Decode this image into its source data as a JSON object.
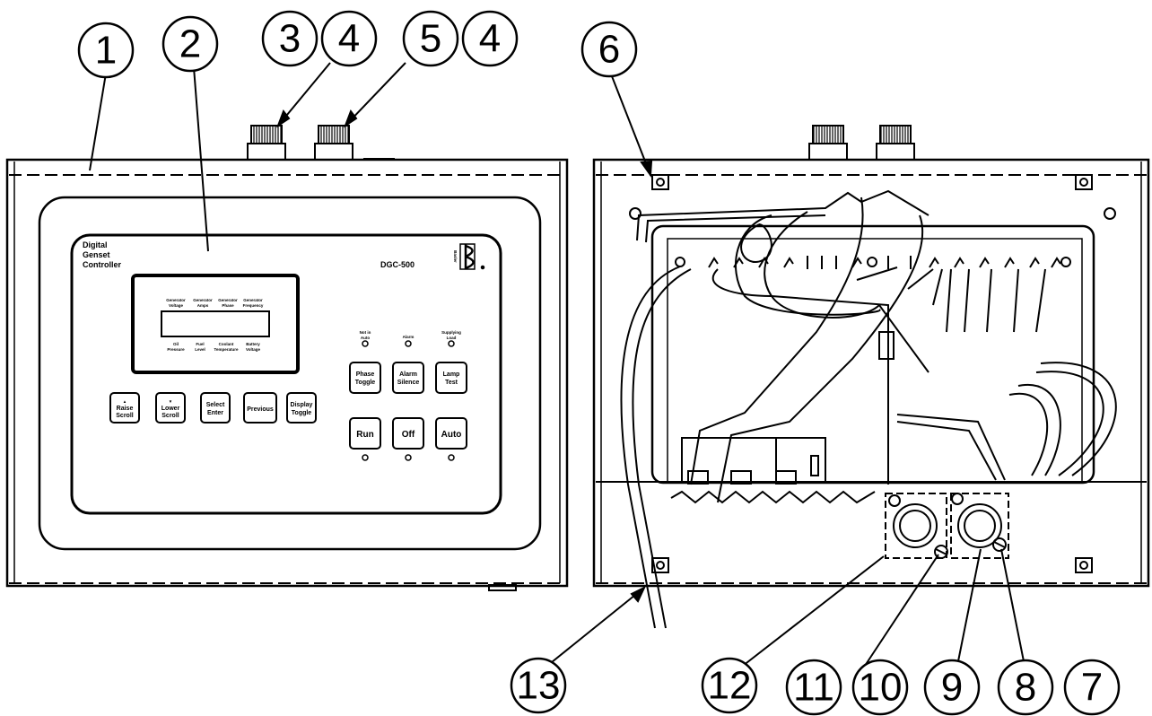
{
  "callouts": [
    {
      "id": "1",
      "label": "1"
    },
    {
      "id": "2",
      "label": "2"
    },
    {
      "id": "3",
      "label": "3"
    },
    {
      "id": "4a",
      "label": "4"
    },
    {
      "id": "5",
      "label": "5"
    },
    {
      "id": "4b",
      "label": "4"
    },
    {
      "id": "6",
      "label": "6"
    },
    {
      "id": "7",
      "label": "7"
    },
    {
      "id": "8",
      "label": "8"
    },
    {
      "id": "9",
      "label": "9"
    },
    {
      "id": "10",
      "label": "10"
    },
    {
      "id": "11",
      "label": "11"
    },
    {
      "id": "12",
      "label": "12"
    },
    {
      "id": "13",
      "label": "13"
    }
  ],
  "front_panel": {
    "title_lines": [
      "Digital",
      "Genset",
      "Controller"
    ],
    "model": "DGC-500",
    "brand_vertical": "Basler",
    "lcd_top_labels": [
      [
        "Generator",
        "Voltage"
      ],
      [
        "Generator",
        "Amps"
      ],
      [
        "Generator",
        "Phase"
      ],
      [
        "Generator",
        "Frequency"
      ]
    ],
    "lcd_bottom_labels": [
      [
        "Oil",
        "Pressure"
      ],
      [
        "Fuel",
        "Level"
      ],
      [
        "Coolant",
        "Temperature"
      ],
      [
        "Battery",
        "Voltage"
      ]
    ],
    "indicators": [
      [
        "Not in",
        "Auto"
      ],
      [
        "Alarm"
      ],
      [
        "Supplying",
        "Load"
      ]
    ],
    "nav_keys": [
      {
        "arrow": "▲",
        "line1": "Raise",
        "line2": "Scroll"
      },
      {
        "arrow": "▼",
        "line1": "Lower",
        "line2": "Scroll"
      },
      {
        "arrow": "",
        "line1": "Select",
        "line2": "Enter"
      },
      {
        "arrow": "",
        "line1": "Previous",
        "line2": ""
      },
      {
        "arrow": "",
        "line1": "Display",
        "line2": "Toggle"
      }
    ],
    "function_keys": [
      {
        "line1": "Phase",
        "line2": "Toggle"
      },
      {
        "line1": "Alarm",
        "line2": "Silence"
      },
      {
        "line1": "Lamp",
        "line2": "Test"
      }
    ],
    "mode_keys": [
      "Run",
      "Off",
      "Auto"
    ]
  }
}
